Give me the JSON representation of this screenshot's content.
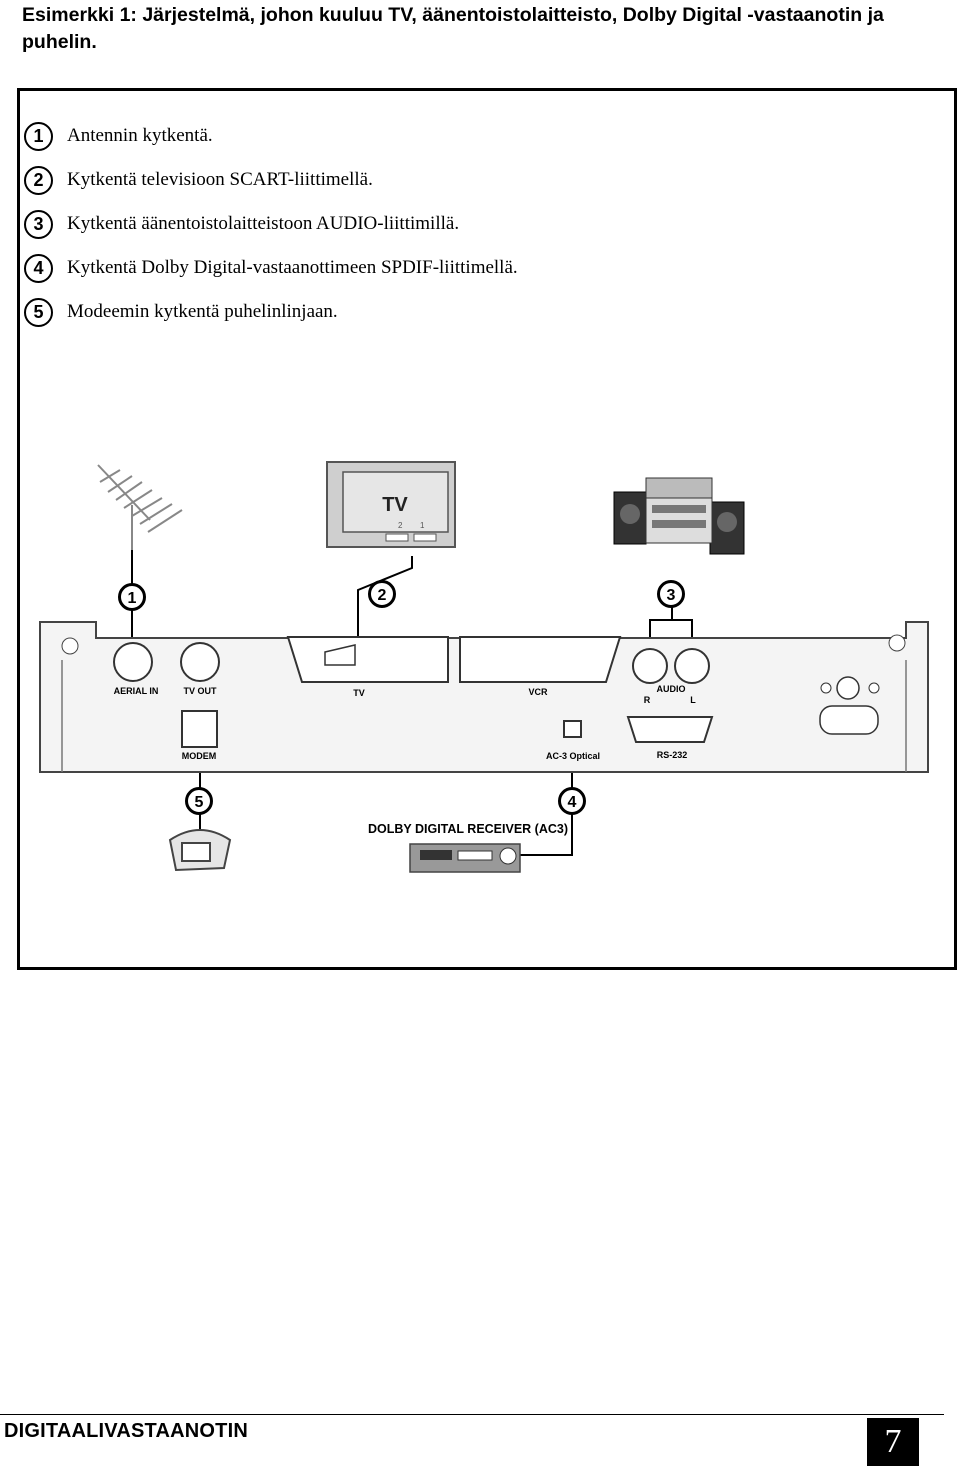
{
  "heading": "Esimerkki 1: Järjestelmä, johon kuuluu TV, äänentoistolaitteisto, Dolby Digital -vastaanotin ja puhelin.",
  "legend": [
    {
      "num": "1",
      "text": "Antennin kytkentä."
    },
    {
      "num": "2",
      "text": "Kytkentä televisioon SCART-liittimellä."
    },
    {
      "num": "3",
      "text": "Kytkentä äänentoistolaitteistoon AUDIO-liittimillä."
    },
    {
      "num": "4",
      "text": "Kytkentä Dolby Digital-vastaanottimeen SPDIF-liittimellä."
    },
    {
      "num": "5",
      "text": "Modeemin kytkentä puhelinlinjaan."
    }
  ],
  "diagram": {
    "tv_label": "TV",
    "tv_input_1": "1",
    "tv_input_2": "2",
    "callouts": [
      "1",
      "2",
      "3",
      "4",
      "5"
    ],
    "panel_labels": {
      "aerial_in": "AERIAL IN",
      "tv_out": "TV OUT",
      "tv": "TV",
      "vcr": "VCR",
      "audio": "AUDIO",
      "audio_r": "R",
      "audio_l": "L",
      "modem": "MODEM",
      "optical": "AC-3 Optical",
      "rs232": "RS-232"
    },
    "receiver_label": "DOLBY DIGITAL RECEIVER (AC3)"
  },
  "footer": {
    "title": "DIGITAALIVASTAANOTIN",
    "page_number": "7"
  }
}
